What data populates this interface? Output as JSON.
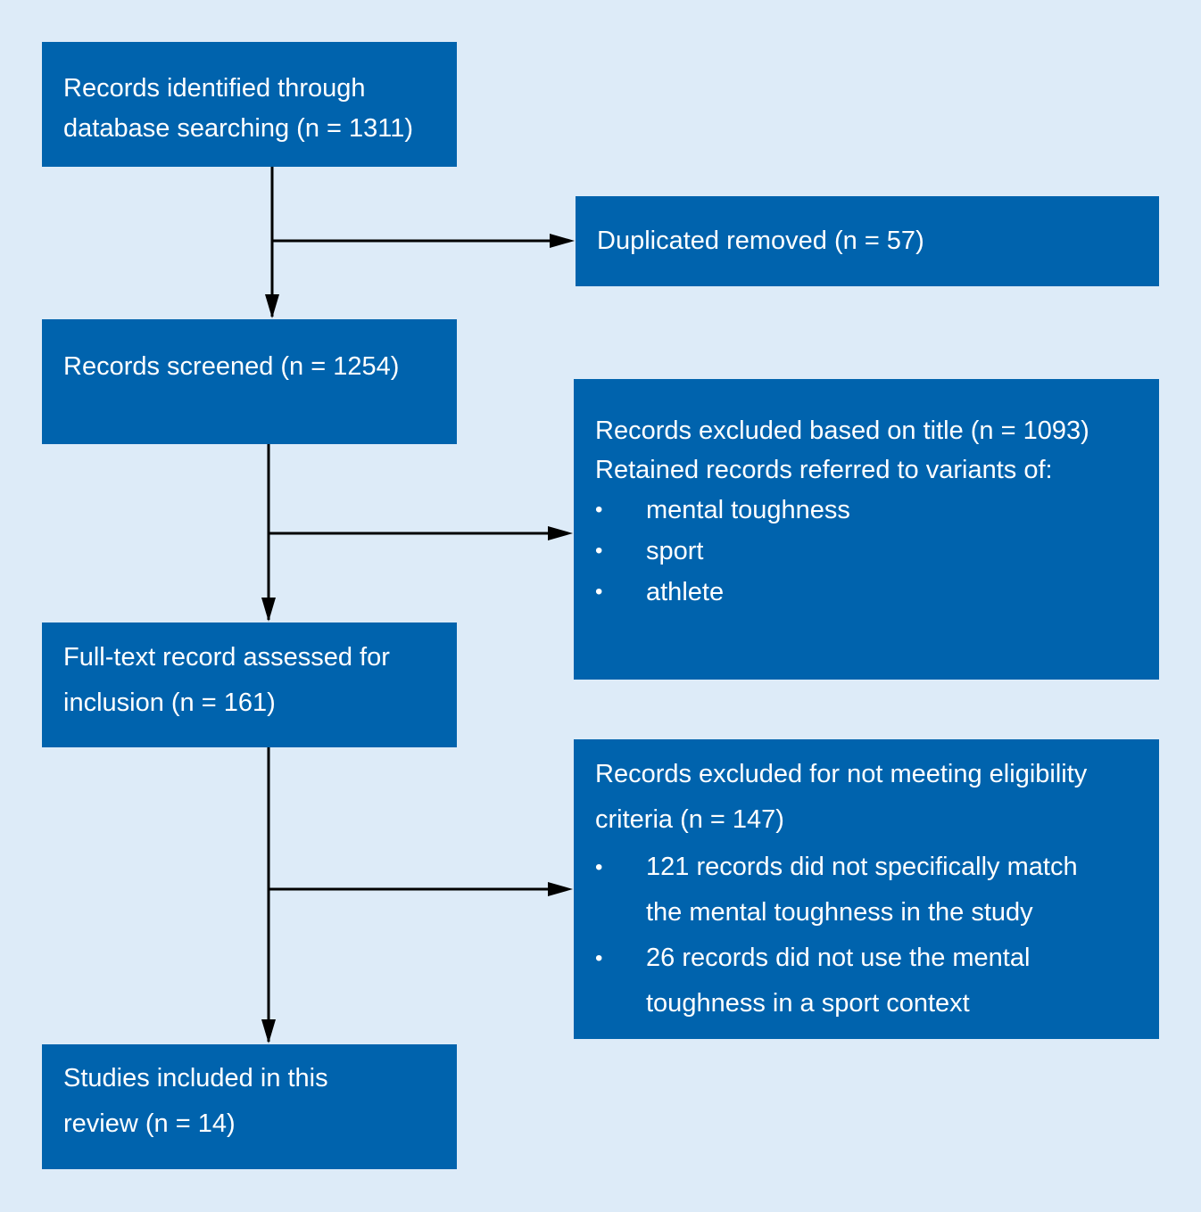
{
  "boxes": {
    "identified": {
      "lines": [
        "Records identified through",
        "database searching (n = 1311)"
      ]
    },
    "duplicates": {
      "text": "Duplicated removed (n = 57)"
    },
    "screened": {
      "text": "Records screened (n = 1254)"
    },
    "title_excluded": {
      "lines": [
        "Records excluded based on title (n = 1093)",
        "Retained records referred to variants of:"
      ],
      "bullets": [
        "mental toughness",
        "sport",
        "athlete"
      ]
    },
    "fulltext": {
      "lines": [
        "Full-text record assessed for",
        "inclusion (n = 161)"
      ]
    },
    "eligibility_excluded": {
      "lines": [
        "Records excluded for not meeting eligibility",
        "criteria (n = 147)"
      ],
      "bullets": [
        [
          "121 records did not specifically match",
          "the mental toughness in the study"
        ],
        [
          "26 records did not use the mental",
          "toughness in a sport context"
        ]
      ]
    },
    "included": {
      "lines": [
        "Studies included in this",
        "review (n = 14)"
      ]
    }
  },
  "bullet_symbol": "•",
  "colors": {
    "background": "#ddebf8",
    "box_fill": "#0063ad",
    "box_text": "#ffffff",
    "connector": "#000000"
  }
}
